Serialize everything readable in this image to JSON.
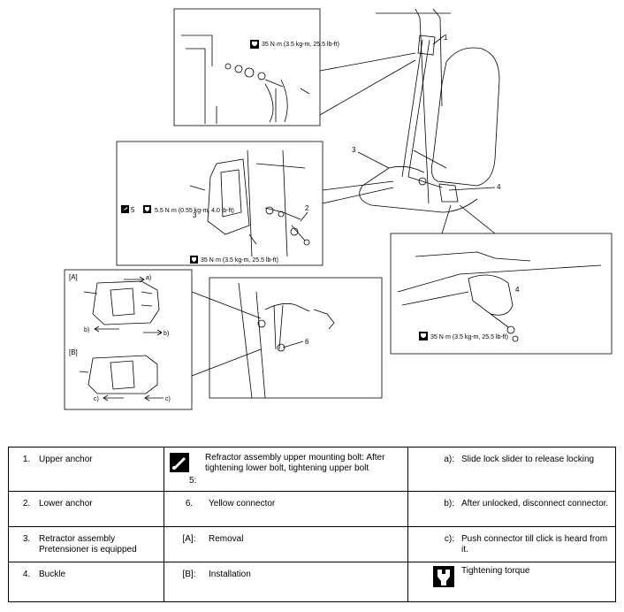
{
  "callouts": {
    "upper_torque": "35 N·m (3.5 kg-m, 25.5 lb-ft)",
    "retractor_torque_small": "5.5 N·m (0.55 kg-m, 4.0 lb-ft)",
    "lower_torque": "35 N·m (3.5 kg-m, 25.5 lb-ft)",
    "buckle_torque": "35 N·m (3.5 kg-m, 25.5 lb-ft)",
    "num_1": "1",
    "num_2": "2",
    "num_3": "3",
    "num_3b": "3",
    "num_4": "4",
    "num_4b": "4",
    "num_5": "5",
    "num_6": "6",
    "label_A": "[A]",
    "label_B": "[B]",
    "arrow_a": "a)",
    "arrow_b_left": "b)",
    "arrow_b_right": "b)",
    "arrow_c_left": "c)",
    "arrow_c_right": "c)"
  },
  "legend": {
    "row1": {
      "c1_num": "1.",
      "c1_text": "Upper anchor",
      "c2_num": "5:",
      "c2_text": "Refractor assembly upper mounting bolt: After tightening lower bolt, tightening upper bolt",
      "c3_num": "a):",
      "c3_text": "Slide lock slider to release locking"
    },
    "row2": {
      "c1_num": "2.",
      "c1_text": "Lower anchor",
      "c2_num": "6.",
      "c2_text": "Yellow connector",
      "c3_num": "b):",
      "c3_text": "After unlocked, disconnect connector."
    },
    "row3": {
      "c1_num": "3.",
      "c1_text": "Retractor assembly Pretensioner is equipped",
      "c2_num": "[A]:",
      "c2_text": "Removal",
      "c3_num": "c):",
      "c3_text": "Push connector till click is heard from it."
    },
    "row4": {
      "c1_num": "4.",
      "c1_text": "Buckle",
      "c2_num": "[B]:",
      "c2_text": "Installation",
      "c3_text": "Tightening torque"
    }
  }
}
